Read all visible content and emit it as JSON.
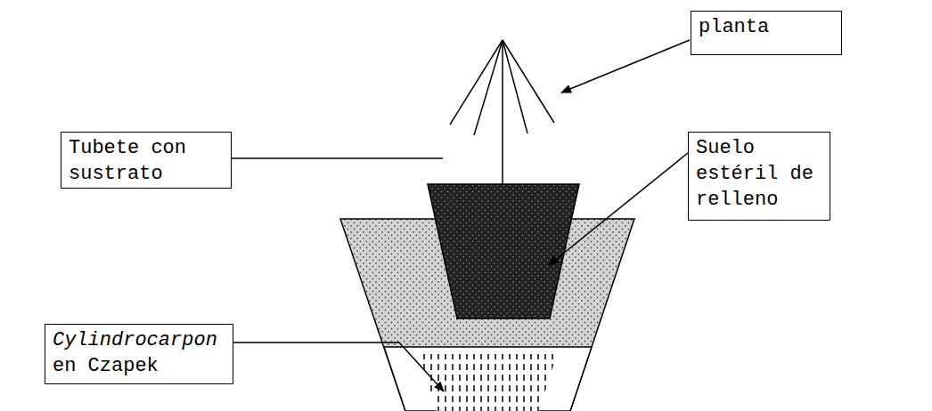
{
  "diagram": {
    "nodes": [
      {
        "text": [
          "planta"
        ]
      },
      {
        "text": [
          "Tubete con sustrato"
        ]
      },
      {
        "text": [
          "Suelo estéril de relleno"
        ]
      },
      {
        "text": [
          "Cylindrocarpon en Czapek"
        ]
      }
    ]
  }
}
